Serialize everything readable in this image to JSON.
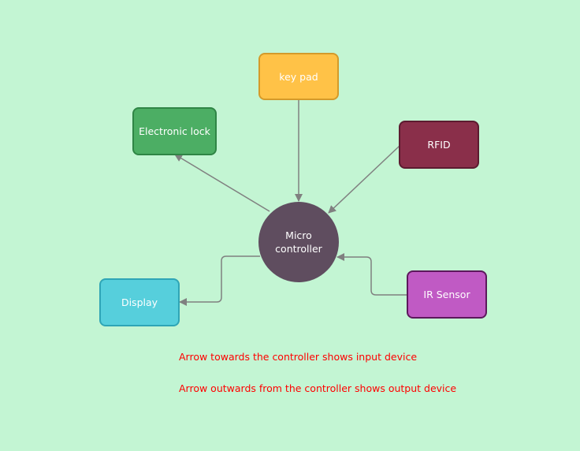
{
  "nodes": {
    "keypad": "key pad",
    "electronic_lock": "Electronic lock",
    "rfid": "RFID",
    "microcontroller": "Micro controller",
    "display": "Display",
    "ir_sensor": "IR Sensor"
  },
  "notes": {
    "input": "Arrow towards the controller shows input device",
    "output": "Arrow outwards from the controller shows output device"
  },
  "colors": {
    "background": "#c3f5d3",
    "keypad": "#ffc247",
    "electronic_lock": "#4cae64",
    "rfid": "#8a2f4a",
    "microcontroller": "#5f4d5f",
    "display": "#56cfdc",
    "ir_sensor": "#c05ac4",
    "connector": "#808080",
    "note_text": "#ff0000"
  }
}
